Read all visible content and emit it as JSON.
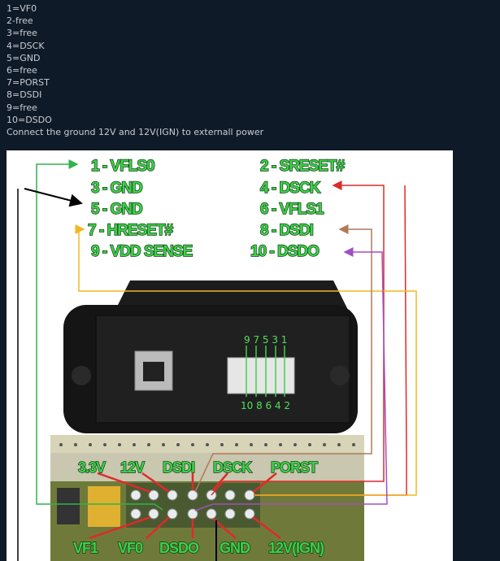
{
  "post": {
    "lines": [
      "1=VF0",
      "2-free",
      "3=free",
      "4=DSCK",
      "5=GND",
      "6=free",
      "7=PORST",
      "8=DSDI",
      "9=free",
      "10=DSDO",
      "Connect the ground 12V and 12V(IGN) to externall power"
    ]
  },
  "image": {
    "pin_labels_left": [
      "1 - VFLS0",
      "3 - GND",
      "5 - GND",
      "7 - HRESET#",
      "9 - VDD SENSE"
    ],
    "pin_labels_right": [
      "2 - SRESET#",
      "4 - DSCK",
      "6 - VFLS1",
      "8 - DSDI",
      "10 - DSDO"
    ],
    "connector_top_numbers": "9 7 5 3 1",
    "connector_bottom_numbers": "10 8 6 4 2",
    "board_labels_top": [
      "3.3V",
      "12V",
      "DSDI",
      "DSCK",
      "PORST"
    ],
    "board_labels_bottom": [
      "VF1",
      "VF0",
      "DSDO",
      "GND",
      "12V(IGN)"
    ],
    "colors": {
      "green": "#2fb34a",
      "red": "#e02a2a",
      "yellow": "#f2b820",
      "brown": "#b07a5a",
      "purple": "#a050c0",
      "black": "#000000"
    }
  }
}
